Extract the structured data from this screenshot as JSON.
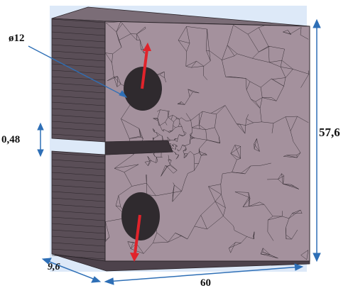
{
  "figure": {
    "title": "",
    "colors": {
      "background_panel": "#dde9f8",
      "mesh_face": "#a4919d",
      "mesh_face_side": "#5a4e57",
      "mesh_face_top": "#7b6d77",
      "mesh_line": "#2c262b",
      "hole": "#2f2a2e",
      "load_arrow": "#e0232b",
      "dimension_line": "#2e6fb6",
      "leader_line": "#2e6fb6"
    },
    "annotations": {
      "hole_diameter": "ø12",
      "notch_opening": "0,48",
      "height": "57,6",
      "thickness": "9,6",
      "width": "60"
    },
    "load_arrows": [
      {
        "direction": "up",
        "hole": "upper"
      },
      {
        "direction": "down",
        "hole": "lower"
      }
    ],
    "mesh": "fine tetrahedral mesh, refined near crack tip"
  }
}
